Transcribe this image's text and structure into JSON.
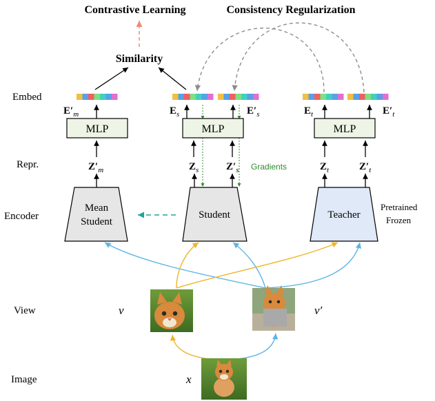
{
  "headers": {
    "contrastive": "Contrastive Learning",
    "consistency": "Consistency Regularization",
    "similarity": "Similarity"
  },
  "row_labels": {
    "embed": "Embed",
    "repr": "Repr.",
    "encoder": "Encoder",
    "view": "View",
    "image": "Image"
  },
  "mlp_label": "MLP",
  "encoders": {
    "mean_student_line1": "Mean",
    "mean_student_line2": "Student",
    "student": "Student",
    "teacher": "Teacher"
  },
  "teacher_note": {
    "line1": "Pretrained",
    "line2": "Frozen"
  },
  "gradients_label": "Gradients",
  "variables": {
    "mean_embed": "E′",
    "mean_embed_sub": "m",
    "mean_repr": "Z′",
    "mean_repr_sub": "m",
    "stu_embed": "E",
    "stu_embed_sub": "s",
    "stu_embed2": "E′",
    "stu_embed2_sub": "s",
    "stu_repr": "Z",
    "stu_repr_sub": "s",
    "stu_repr2": "Z′",
    "stu_repr2_sub": "s",
    "tea_embed": "E",
    "tea_embed_sub": "t",
    "tea_embed2": "E′",
    "tea_embed2_sub": "t",
    "tea_repr": "Z",
    "tea_repr_sub": "t",
    "tea_repr2": "Z′",
    "tea_repr2_sub": "t"
  },
  "view_symbols": {
    "v": "v",
    "v_prime": "v′",
    "x": "x"
  },
  "colors": {
    "mlp_fill": "#eef5e6",
    "encoder_fill": "#e6e6e6",
    "teacher_fill": "#dfe9f8",
    "blue_arrow": "#5bb4e5",
    "yellow_arrow": "#f0b429",
    "gray_dash": "#8c8c8c",
    "teal_dash": "#1ea39a",
    "salmon_dash": "#f08a78",
    "gradient_green": "#2e8b2e"
  },
  "embedding_colors": [
    "#f0c040",
    "#5aa0e6",
    "#f06060",
    "#80e080",
    "#40d0c0",
    "#5aa0e6",
    "#e070d0"
  ]
}
